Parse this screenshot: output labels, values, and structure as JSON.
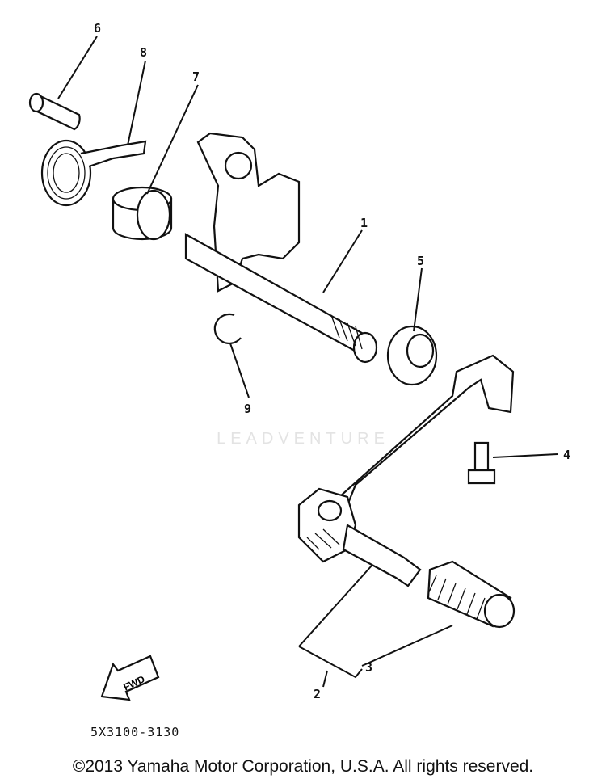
{
  "callouts": [
    {
      "id": "callout-1",
      "label": "1"
    },
    {
      "id": "callout-2",
      "label": "2"
    },
    {
      "id": "callout-3",
      "label": "3"
    },
    {
      "id": "callout-4",
      "label": "4"
    },
    {
      "id": "callout-5",
      "label": "5"
    },
    {
      "id": "callout-6",
      "label": "6"
    },
    {
      "id": "callout-7",
      "label": "7"
    },
    {
      "id": "callout-8",
      "label": "8"
    },
    {
      "id": "callout-9",
      "label": "9"
    }
  ],
  "fwd_label": "FWD",
  "watermark": "LEADVENTURE",
  "diagram_code": "5X3100-3130",
  "copyright": "©2013 Yamaha Motor Corporation, U.S.A. All rights reserved."
}
